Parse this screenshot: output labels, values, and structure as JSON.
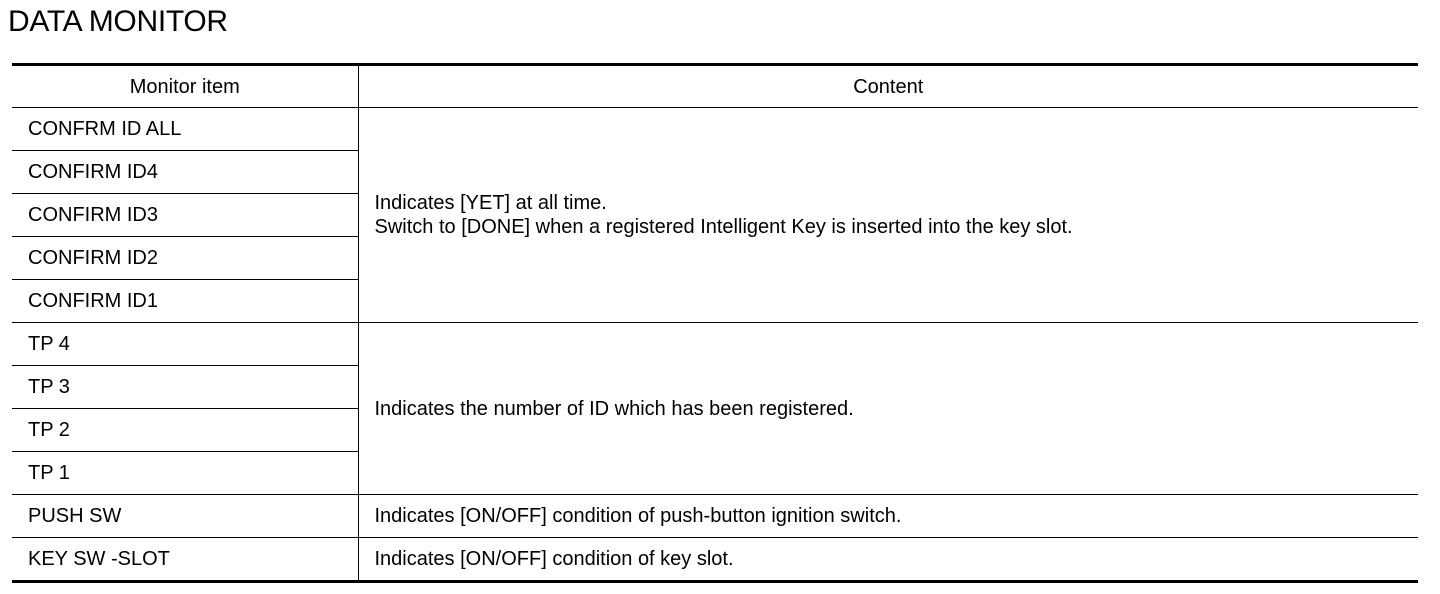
{
  "title": "DATA MONITOR",
  "table": {
    "headers": {
      "item": "Monitor item",
      "content": "Content"
    },
    "groups": [
      {
        "items": [
          "CONFRM ID ALL",
          "CONFIRM ID4",
          "CONFIRM ID3",
          "CONFIRM ID2",
          "CONFIRM ID1"
        ],
        "content": [
          "Indicates [YET] at all time.",
          "Switch to [DONE] when a registered Intelligent Key is inserted into the key slot."
        ]
      },
      {
        "items": [
          "TP 4",
          "TP 3",
          "TP 2",
          "TP 1"
        ],
        "content": [
          "Indicates the number of ID which has been registered."
        ]
      },
      {
        "items": [
          "PUSH SW"
        ],
        "content": [
          "Indicates [ON/OFF] condition of push-button ignition switch."
        ]
      },
      {
        "items": [
          "KEY SW -SLOT"
        ],
        "content": [
          "Indicates [ON/OFF] condition of key slot."
        ]
      }
    ]
  }
}
